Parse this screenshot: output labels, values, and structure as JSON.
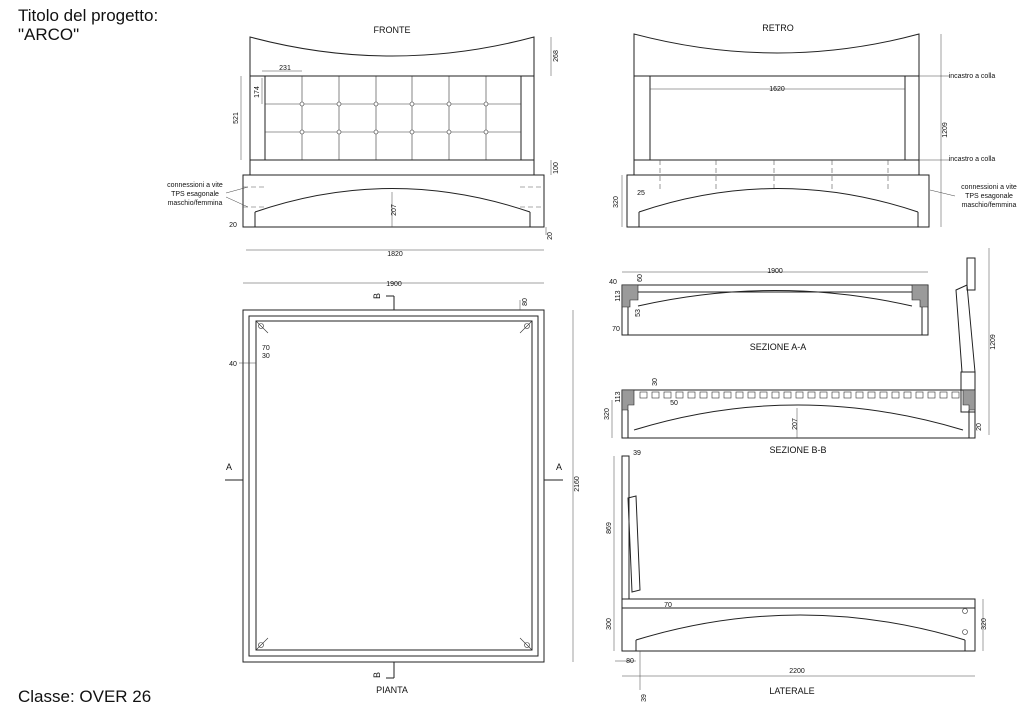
{
  "project": {
    "title_line1": "Titolo del progetto:",
    "title_line2": "\"ARCO\""
  },
  "classe": "Classe: OVER 26",
  "views": {
    "fronte": "FRONTE",
    "retro": "RETRO",
    "pianta": "PIANTA",
    "sezione_aa": "SEZIONE A-A",
    "sezione_bb": "SEZIONE B-B",
    "laterale": "LATERALE"
  },
  "notes": {
    "conn_left": [
      "connessioni a vite",
      "TPS esagonale",
      "maschio/femmina"
    ],
    "conn_right": [
      "connessioni a vite",
      "TPS esagonale",
      "maschio/femmina"
    ],
    "incastro1": "incastro a colla",
    "incastro2": "incastro a colla"
  },
  "section_marks": {
    "a": "A",
    "b": "B"
  },
  "dims": {
    "f_231": "231",
    "f_174": "174",
    "f_521": "521",
    "f_268": "268",
    "f_100": "100",
    "f_207": "207",
    "f_20a": "20",
    "f_20b": "20",
    "f_1820": "1820",
    "r_1620": "1620",
    "r_1209": "1209",
    "r_25": "25",
    "r_320": "320",
    "p_1900": "1900",
    "p_80": "80",
    "p_70": "70",
    "p_30": "30",
    "p_40": "40",
    "p_2160": "2160",
    "a_1900": "1900",
    "a_40": "40",
    "a_60": "60",
    "a_113": "113",
    "a_53": "53",
    "a_70": "70",
    "a_1209": "1209",
    "b_30": "30",
    "b_113": "113",
    "b_50": "50",
    "b_320": "320",
    "b_207": "207",
    "b_20": "20",
    "l_39a": "39",
    "l_869": "869",
    "l_70": "70",
    "l_300": "300",
    "l_320": "320",
    "l_80": "80",
    "l_2200": "2200",
    "l_39b": "39"
  }
}
